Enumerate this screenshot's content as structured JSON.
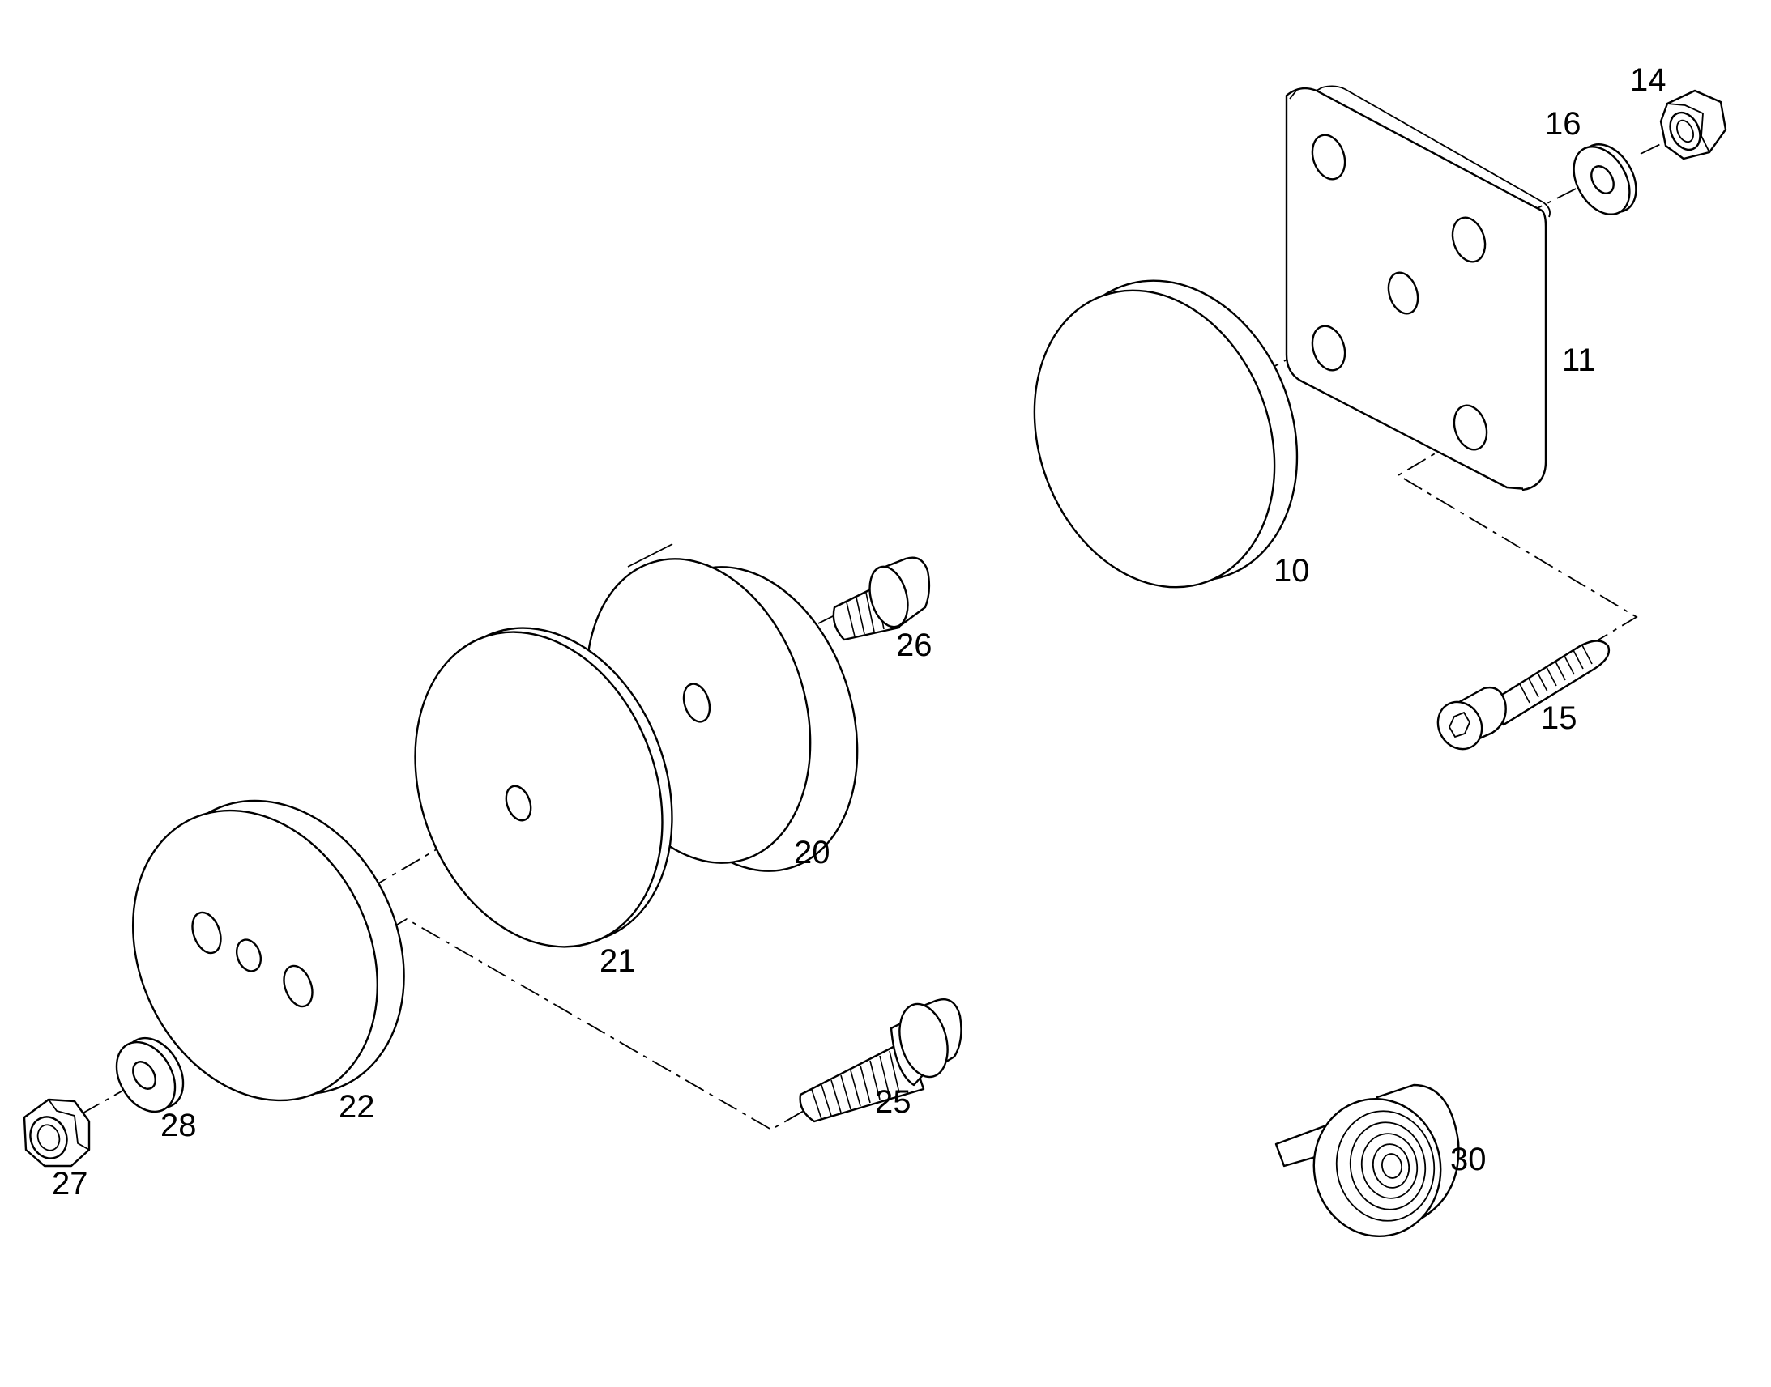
{
  "labels": {
    "p10": "10",
    "p11": "11",
    "p14": "14",
    "p15": "15",
    "p16": "16",
    "p20": "20",
    "p21": "21",
    "p22": "22",
    "p25": "25",
    "p26": "26",
    "p27": "27",
    "p28": "28",
    "p30": "30"
  }
}
